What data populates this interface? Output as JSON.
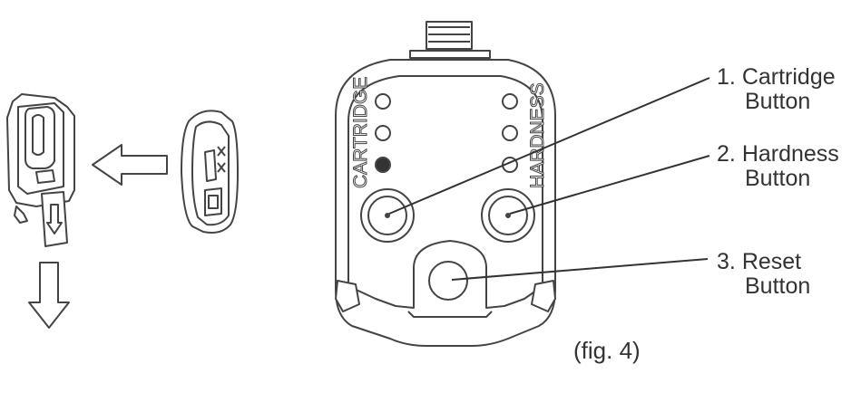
{
  "device": {
    "left_label": "CARTRIDGE",
    "right_label": "HARDNESS"
  },
  "callouts": [
    {
      "number": "1.",
      "line1": "Cartridge",
      "line2": "Button"
    },
    {
      "number": "2.",
      "line1": "Hardness",
      "line2": "Button"
    },
    {
      "number": "3.",
      "line1": "Reset",
      "line2": "Button"
    }
  ],
  "caption": "(fig. 4)",
  "colors": {
    "stroke": "#444444",
    "fill": "#ffffff",
    "led_on": "#333333"
  }
}
